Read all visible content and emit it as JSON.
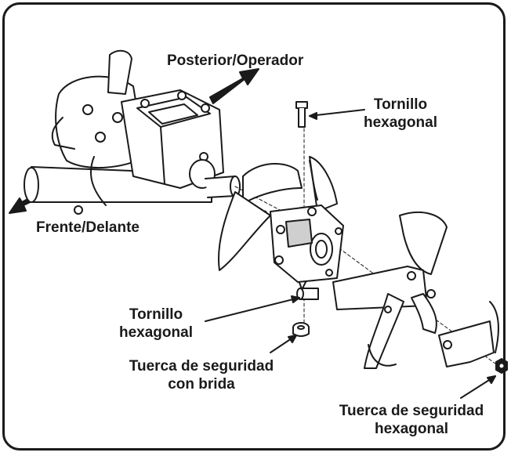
{
  "labels": {
    "rear_operator": "Posterior/Operador",
    "front": "Frente/Delante",
    "hex_bolt_top_line1": "Tornillo",
    "hex_bolt_top_line2": "hexagonal",
    "hex_bolt_left_line1": "Tornillo",
    "hex_bolt_left_line2": "hexagonal",
    "flange_nut_line1": "Tuerca de seguridad",
    "flange_nut_line2": "con brida",
    "hex_nut_line1": "Tuerca de seguridad",
    "hex_nut_line2": "hexagonal"
  },
  "colors": {
    "stroke": "#1a1a1a",
    "fill": "#ffffff",
    "shade": "#cfcfcf"
  }
}
